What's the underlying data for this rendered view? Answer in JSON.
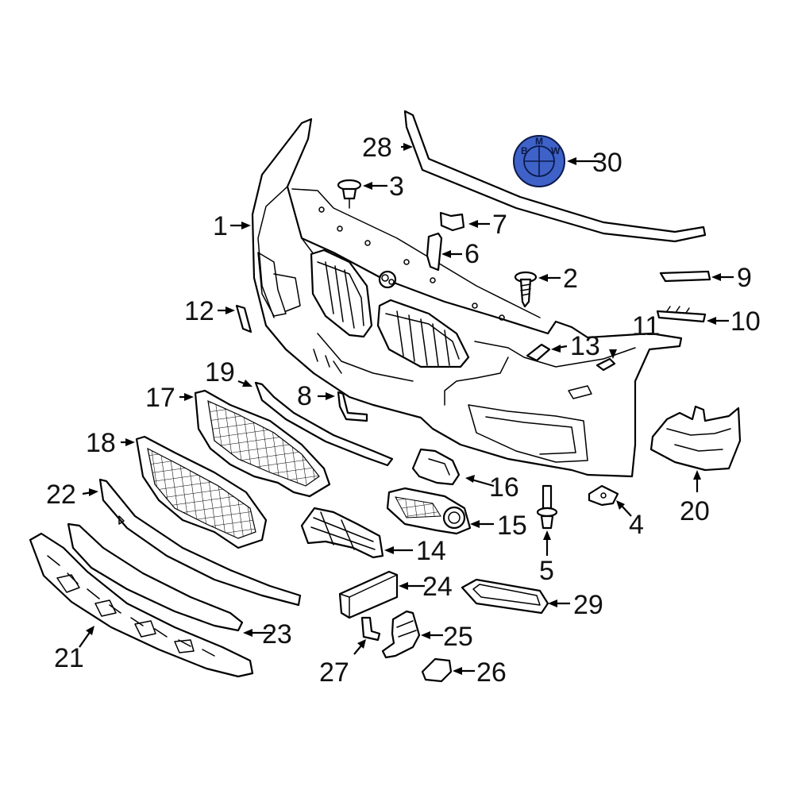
{
  "diagram": {
    "highlight_color": "#3f62c8",
    "callouts": [
      {
        "id": "1",
        "label": "1"
      },
      {
        "id": "2",
        "label": "2"
      },
      {
        "id": "3",
        "label": "3"
      },
      {
        "id": "4",
        "label": "4"
      },
      {
        "id": "5",
        "label": "5"
      },
      {
        "id": "6",
        "label": "6"
      },
      {
        "id": "7",
        "label": "7"
      },
      {
        "id": "8",
        "label": "8"
      },
      {
        "id": "9",
        "label": "9"
      },
      {
        "id": "10",
        "label": "10"
      },
      {
        "id": "11",
        "label": "11"
      },
      {
        "id": "12",
        "label": "12"
      },
      {
        "id": "13",
        "label": "13"
      },
      {
        "id": "14",
        "label": "14"
      },
      {
        "id": "15",
        "label": "15"
      },
      {
        "id": "16",
        "label": "16"
      },
      {
        "id": "17",
        "label": "17"
      },
      {
        "id": "18",
        "label": "18"
      },
      {
        "id": "19",
        "label": "19"
      },
      {
        "id": "20",
        "label": "20"
      },
      {
        "id": "21",
        "label": "21"
      },
      {
        "id": "22",
        "label": "22"
      },
      {
        "id": "23",
        "label": "23"
      },
      {
        "id": "24",
        "label": "24"
      },
      {
        "id": "25",
        "label": "25"
      },
      {
        "id": "26",
        "label": "26"
      },
      {
        "id": "27",
        "label": "27"
      },
      {
        "id": "28",
        "label": "28"
      },
      {
        "id": "29",
        "label": "29"
      },
      {
        "id": "30",
        "label": "30"
      }
    ],
    "emblem": {
      "letters": [
        "B",
        "M",
        "W"
      ],
      "part_number": "30"
    }
  }
}
